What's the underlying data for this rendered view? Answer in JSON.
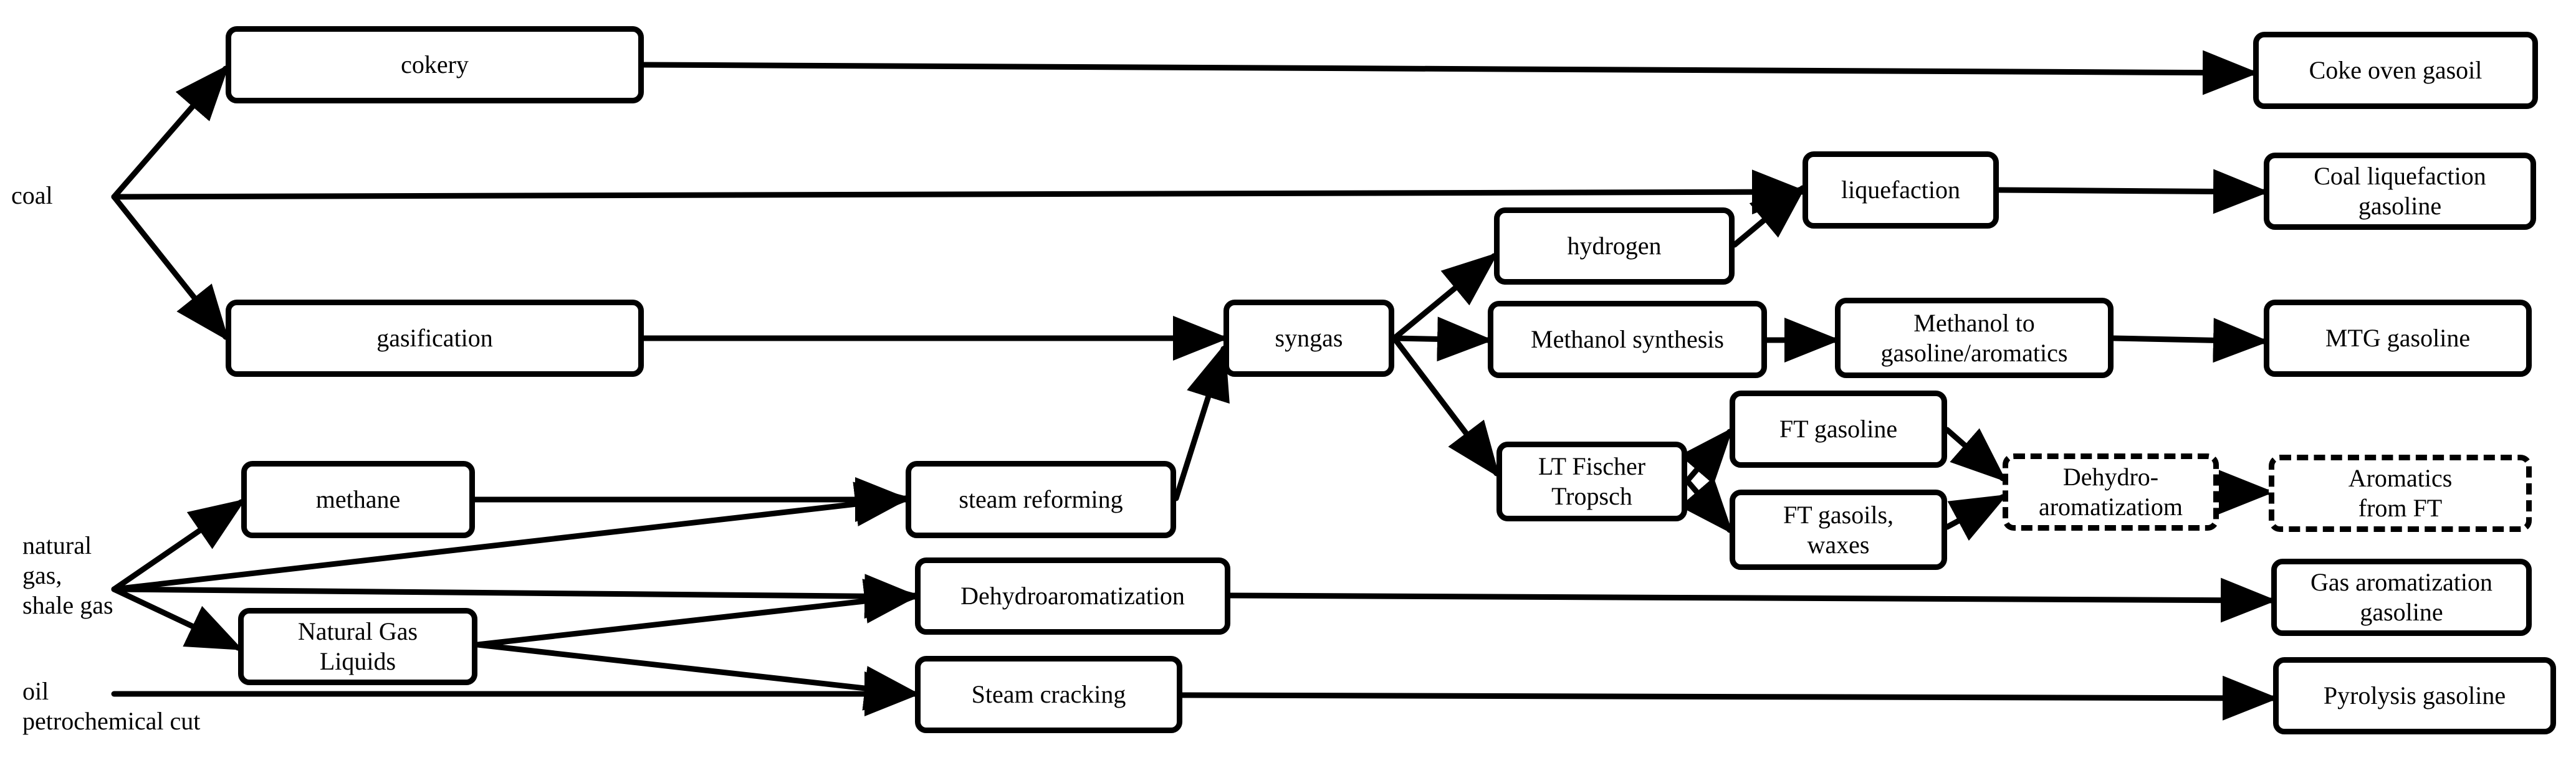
{
  "sources": {
    "coal": "coal",
    "natural_gas": "natural\ngas,\nshale gas",
    "oil": "oil\npetrochemical cut"
  },
  "processes": {
    "cokery": "cokery",
    "gasification": "gasification",
    "methane": "methane",
    "ngl": "Natural Gas\nLiquids",
    "steam_reforming": "steam reforming",
    "dehydroaromatization": "Dehydroaromatization",
    "steam_cracking": "Steam cracking",
    "syngas": "syngas",
    "hydrogen": "hydrogen",
    "methanol_synthesis": "Methanol synthesis",
    "lt_fischer_tropsch": "LT Fischer\nTropsch",
    "liquefaction": "liquefaction",
    "methanol_to_gasoline": "Methanol to\ngasoline/aromatics",
    "ft_gasoline": "FT gasoline",
    "ft_gasoils": "FT gasoils,\nwaxes",
    "dehydro_aromatizatiom": "Dehydro-\naromatizatiom"
  },
  "products": {
    "coke_oven_gasoil": "Coke oven gasoil",
    "coal_liquefaction_gasoline": "Coal liquefaction\ngasoline",
    "mtg_gasoline": "MTG gasoline",
    "aromatics_from_ft": "Aromatics\nfrom FT",
    "gas_aromatization_gasoline": "Gas aromatization\ngasoline",
    "pyrolysis_gasoline": "Pyrolysis gasoline"
  },
  "colors": {
    "stroke": "#000000",
    "background": "#ffffff"
  }
}
